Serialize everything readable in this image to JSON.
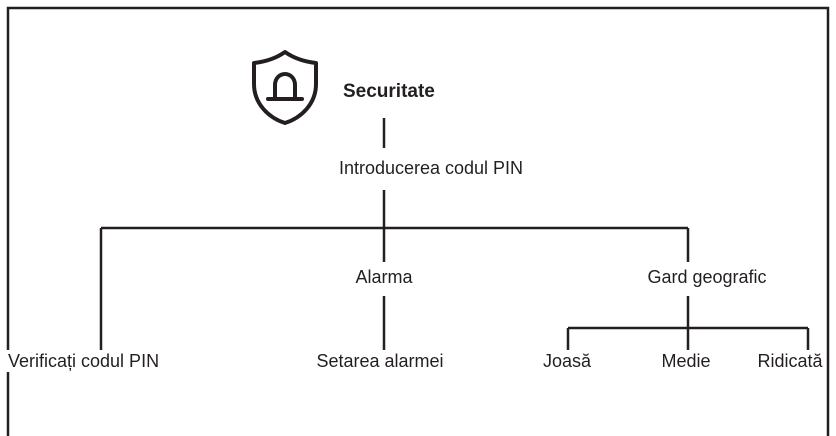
{
  "root": {
    "icon": "shield-alarm-icon",
    "label": "Securitate"
  },
  "level1": {
    "label": "Introducerea codul PIN"
  },
  "level2": {
    "verify": "Verificați codul PIN",
    "alarm": "Alarma",
    "geofence": "Gard geografic"
  },
  "level3": {
    "alarm_setting": "Setarea alarmei",
    "low": "Joasă",
    "medium": "Medie",
    "high": "Ridicată"
  },
  "colors": {
    "line": "#231f20",
    "text": "#231f20",
    "background": "#ffffff"
  }
}
